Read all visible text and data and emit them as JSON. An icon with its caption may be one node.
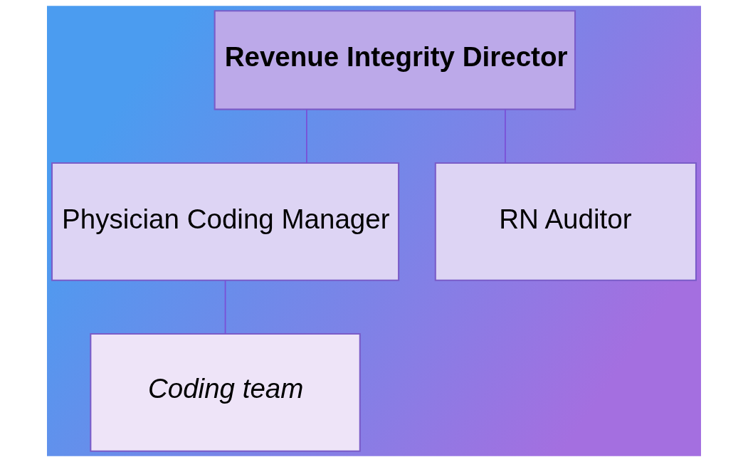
{
  "diagram": {
    "nodes": [
      {
        "text": [
          "Revenue Integrity Director"
        ]
      },
      {
        "text": [
          "Physician Coding Manager"
        ]
      },
      {
        "text": [
          "RN Auditor"
        ]
      },
      {
        "text": [
          "Coding team"
        ]
      }
    ],
    "edges": [
      {
        "from": 0,
        "to": 1,
        "arrow": "none"
      },
      {
        "from": 0,
        "to": 2,
        "arrow": "none"
      },
      {
        "from": 1,
        "to": 3,
        "arrow": "none"
      }
    ]
  }
}
